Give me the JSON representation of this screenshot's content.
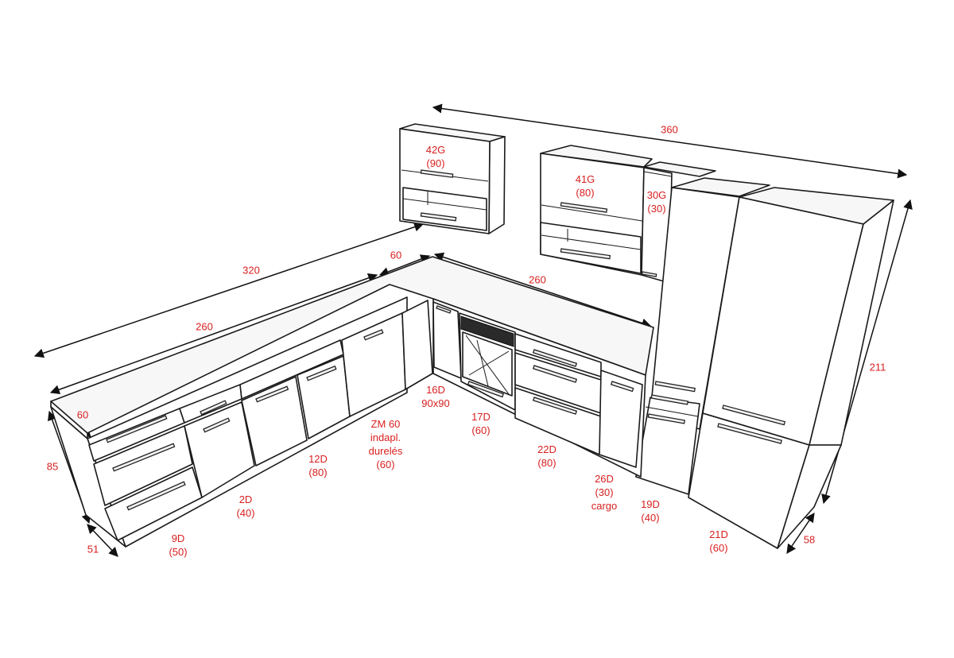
{
  "dimensions": {
    "d360": "360",
    "d320": "320",
    "d260_left": "260",
    "d60_top": "60",
    "d260_right": "260",
    "d60_left": "60",
    "d85": "85",
    "d51": "51",
    "d211": "211",
    "d58": "58"
  },
  "modules": {
    "m42g": {
      "code": "42G",
      "width": "(90)"
    },
    "m41g": {
      "code": "41G",
      "width": "(80)"
    },
    "m30g": {
      "code": "30G",
      "width": "(30)"
    },
    "m16d": {
      "code": "16D",
      "width": "90x90"
    },
    "m17d": {
      "code": "17D",
      "width": "(60)"
    },
    "m22d": {
      "code": "22D",
      "width": "(80)"
    },
    "m26d": {
      "code": "26D",
      "width": "(30)",
      "note": "cargo"
    },
    "m19d": {
      "code": "19D",
      "width": "(40)"
    },
    "m21d": {
      "code": "21D",
      "width": "(60)"
    },
    "m12d": {
      "code": "12D",
      "width": "(80)"
    },
    "m2d": {
      "code": "2D",
      "width": "(40)"
    },
    "m9d": {
      "code": "9D",
      "width": "(50)"
    },
    "zm60": {
      "code": "ZM 60",
      "line2": "indapl.",
      "line3": "durelés",
      "width": "(60)"
    }
  },
  "colors": {
    "label": "#d81f1f",
    "line": "#1a1a1a",
    "background": "#ffffff"
  }
}
